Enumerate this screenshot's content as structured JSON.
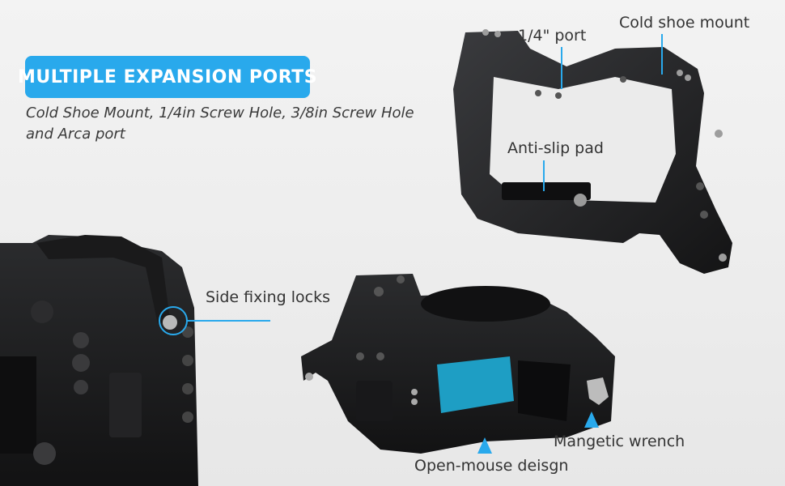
{
  "headline": {
    "title": "MULTIPLE EXPANSION PORTS",
    "subtitle": "Cold Shoe Mount, 1/4in Screw Hole, 3/8in Screw Hole and Arca port"
  },
  "callouts": {
    "quarter_port": "1/4\" port",
    "cold_shoe": "Cold shoe mount",
    "anti_slip": "Anti-slip pad",
    "side_locks": "Side fixing locks",
    "wrench": "Mangetic wrench",
    "open_mouse": "Open-mouse deisgn"
  },
  "colors": {
    "accent": "#29a9ec",
    "cage": "#1f1f21",
    "battery": "#1e9ec4"
  }
}
